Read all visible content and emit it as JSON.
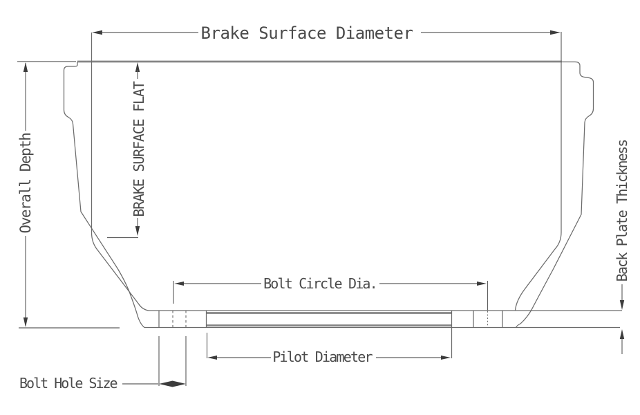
{
  "labels": {
    "brake_surface_diameter": "Brake Surface Diameter",
    "brake_surface_flat": "BRAKE SURFACE FLAT",
    "overall_depth": "Overall Depth",
    "back_plate_thickness": "Back Plate Thickness",
    "bolt_circle_dia": "Bolt Circle Dia.",
    "pilot_diameter": "Pilot Diameter",
    "bolt_hole_size": "Bolt Hole Size"
  },
  "colors": {
    "background": "#ffffff",
    "outline": "#6b6b6b",
    "thick_line": "#858585",
    "dimension_line": "#5f5f5f",
    "arrowhead": "#3c3c3c",
    "text": "#4a4a4a"
  }
}
